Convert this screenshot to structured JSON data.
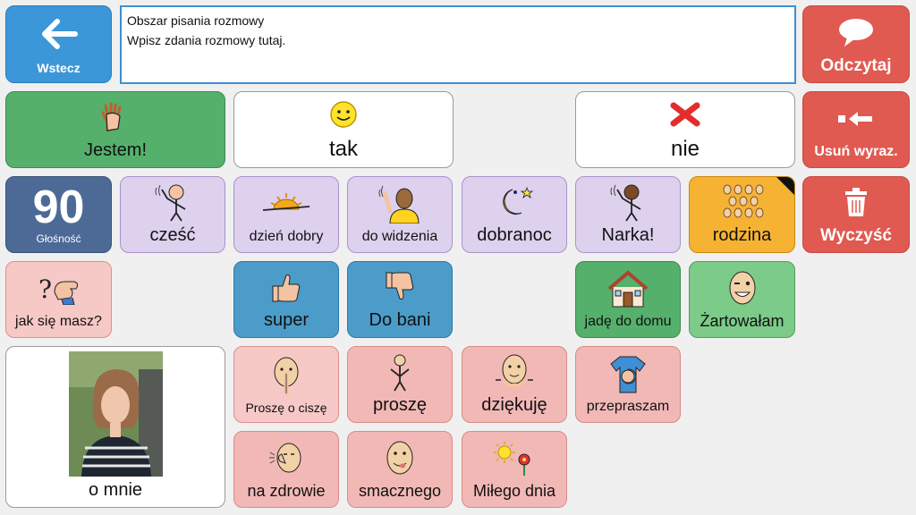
{
  "toolbar": {
    "back_label": "Wstecz",
    "speak_label": "Odczytaj",
    "delete_word_label": "Usuń wyraz.",
    "clear_label": "Wyczyść"
  },
  "compose": {
    "title": "Obszar pisania rozmowy",
    "placeholder": "Wpisz zdania rozmowy tutaj."
  },
  "volume": {
    "value": "90",
    "label": "Głośność"
  },
  "tiles": {
    "jestem": "Jestem!",
    "tak": "tak",
    "nie": "nie",
    "czesc": "cześć",
    "dzien_dobry": "dzień dobry",
    "do_widzenia": "do widzenia",
    "dobranoc": "dobranoc",
    "narka": "Narka!",
    "rodzina": "rodzina",
    "jak_sie_masz": "jak się masz?",
    "super": "super",
    "do_bani": "Do bani",
    "jade_do_domu": "jadę do domu",
    "zartowalam": "Żartowałam",
    "o_mnie": "o mnie",
    "prosze_o_cisze": "Proszę o ciszę",
    "prosze": "proszę",
    "dziekuje": "dziękuję",
    "przepraszam": "przepraszam",
    "na_zdrowie": "na zdrowie",
    "smacznego": "smacznego",
    "milego_dnia": "Miłego dnia"
  },
  "colors": {
    "back": "#3c97d8",
    "action_red": "#e05a52",
    "green": "#55b06c",
    "light_green": "#7ccb89",
    "lavender": "#ddd1ee",
    "pink": "#f6c8c6",
    "blue": "#4b9cc9",
    "orange": "#f6b333",
    "navy": "#4d6a97"
  },
  "icons": {
    "back": "left-arrow-icon",
    "speak": "speech-bubble-icon",
    "delete_word": "backspace-arrow-icon",
    "clear": "trash-icon"
  }
}
